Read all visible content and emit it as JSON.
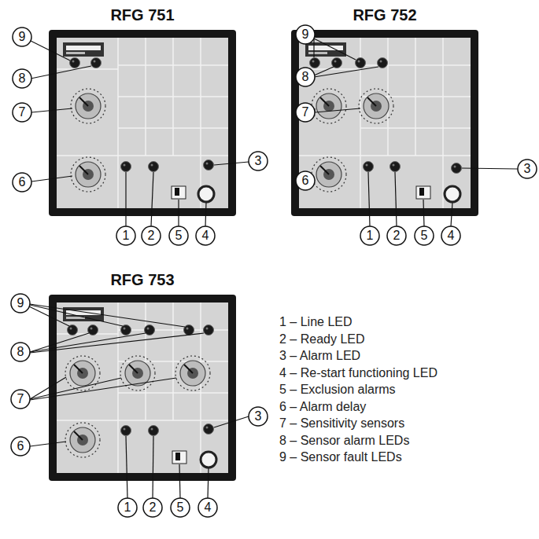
{
  "diagram": {
    "nodes": [
      {
        "text": [
          "RFG 751"
        ]
      },
      {
        "text": [
          "RFG 752"
        ]
      },
      {
        "text": [
          "RFG 753"
        ]
      }
    ],
    "labels": [
      "9",
      "8",
      "7",
      "6",
      "3",
      "1",
      "2",
      "5",
      "4",
      "9",
      "8",
      "7",
      "6",
      "3",
      "1",
      "2",
      "5",
      "4",
      "9",
      "8",
      "7",
      "6",
      "3",
      "1",
      "2",
      "5",
      "4",
      "1 – Line LED",
      "2 – Ready LED",
      "3 – Alarm LED",
      "4 – Re-start functioning LED",
      "5 – Exclusion alarms",
      "6 – Alarm delay",
      "7 – Sensitivity sensors",
      "8 – Sensor alarm LEDs",
      "9 – Sensor fault LEDs"
    ]
  }
}
